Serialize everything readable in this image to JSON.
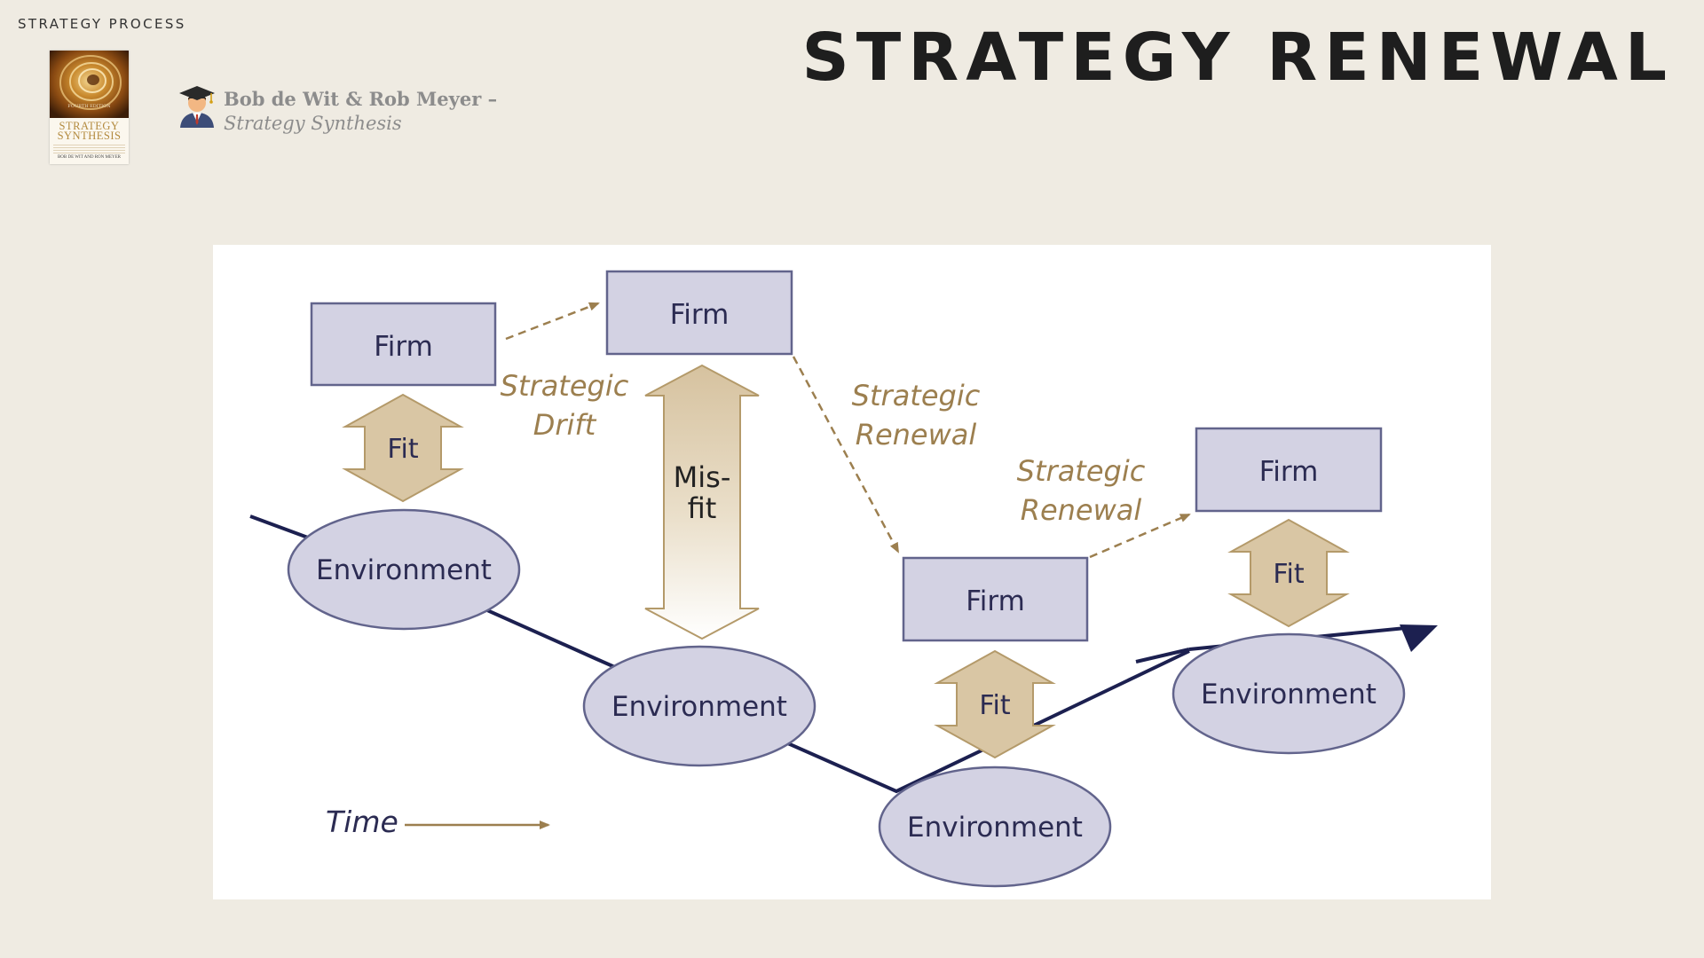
{
  "header": {
    "section_label": "STRATEGY PROCESS",
    "title": "STRATEGY RENEWAL"
  },
  "book": {
    "edition_label": "FOURTH EDITION",
    "title_line1": "STRATEGY",
    "title_line2": "SYNTHESIS",
    "authors": "BOB DE WIT AND RON MEYER"
  },
  "credit": {
    "icon": "graduate-icon",
    "line1": "Bob de Wit & Rob Meyer –",
    "line2": "Strategy Synthesis"
  },
  "diagram": {
    "firm_label": "Firm",
    "environment_label": "Environment",
    "fit_label": "Fit",
    "misfit_line1": "Mis-",
    "misfit_line2": "fit",
    "strategic_drift": [
      "Strategic",
      "Drift"
    ],
    "strategic_renewal_1": [
      "Strategic",
      "Renewal"
    ],
    "strategic_renewal_2": [
      "Strategic",
      "Renewal"
    ],
    "time_label": "Time"
  },
  "colors": {
    "background": "#efebe2",
    "node_fill": "#d3d2e3",
    "node_stroke": "#62648c",
    "arrow_tan": "#d9c6a4",
    "accent_text": "#9c7f4f",
    "trend_line": "#1c2050"
  }
}
